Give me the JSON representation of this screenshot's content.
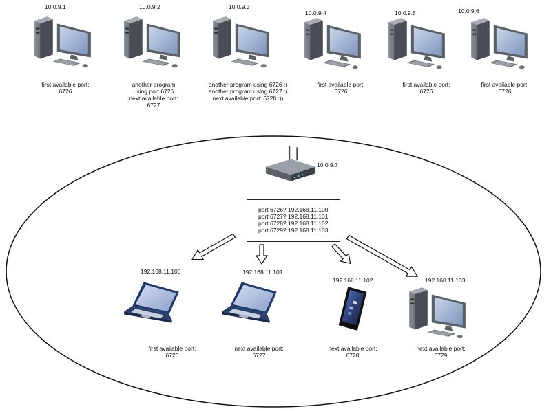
{
  "top_hosts": [
    {
      "ip": "10.0.9.1",
      "lines": [
        "first available port:",
        "6726"
      ]
    },
    {
      "ip": "10.0.9.2",
      "lines": [
        "another program",
        "using port 6726",
        "next available port:",
        "6727"
      ]
    },
    {
      "ip": "10.0.9.3",
      "lines": [
        "another program using 6726 :(",
        "another program using 6727 :(",
        "next available port: 6728 :))"
      ]
    },
    {
      "ip": "10.0.9.4",
      "lines": [
        "first available port:",
        "6726"
      ]
    },
    {
      "ip": "10.0.9.5",
      "lines": [
        "first available port:",
        "6726"
      ]
    },
    {
      "ip": "10.0.9.6",
      "lines": [
        "first available port:",
        "6726"
      ]
    }
  ],
  "router": {
    "ip": "10.0.9.7",
    "icon": "router-icon"
  },
  "port_map": [
    "port 6726? 192.168.11.100",
    "port 6727? 192.168.11.101",
    "port 6728? 192.168.11.102",
    "port 6729? 192.168.11.103"
  ],
  "lan_devices": [
    {
      "ip": "192.168.11.100",
      "icon": "laptop-icon",
      "lines": [
        "first available port:",
        "6726"
      ]
    },
    {
      "ip": "192.168.11.101",
      "icon": "laptop-icon",
      "lines": [
        "next available port:",
        "6727"
      ]
    },
    {
      "ip": "192.168.11.102",
      "icon": "smartphone-icon",
      "lines": [
        "next available port:",
        "6728"
      ]
    },
    {
      "ip": "192.168.11.103",
      "icon": "desktop-computer-icon",
      "lines": [
        "next available port:",
        "6729"
      ]
    }
  ]
}
